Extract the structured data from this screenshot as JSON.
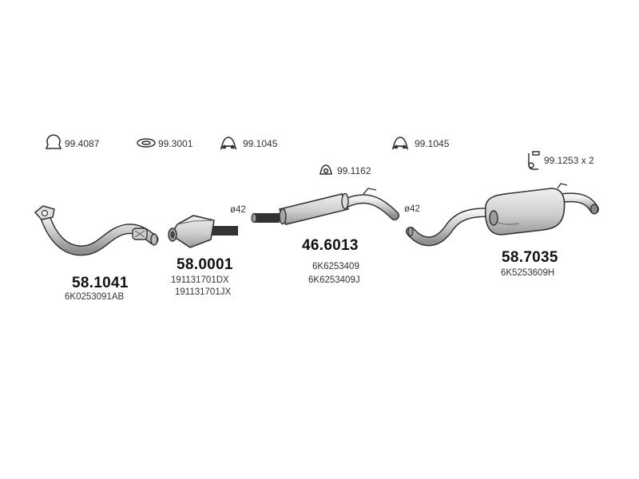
{
  "accessories": [
    {
      "code": "99.4087",
      "icon": "ring-gasket-icon"
    },
    {
      "code": "99.3001",
      "icon": "flat-gasket-icon"
    },
    {
      "code": "99.1045",
      "icon": "rubber-hanger-icon"
    },
    {
      "code": "99.1045",
      "icon": "rubber-hanger-icon"
    },
    {
      "code": "99.1162",
      "icon": "mount-bracket-icon"
    },
    {
      "code": "99.1253 x 2",
      "icon": "clamp-bracket-icon"
    }
  ],
  "parts": [
    {
      "number": "58.1041",
      "oem": [
        "6K0253091AB"
      ],
      "name": "front-pipe"
    },
    {
      "number": "58.0001",
      "oem": [
        "191131701DX",
        "191131701JX"
      ],
      "name": "catalytic-converter"
    },
    {
      "number": "46.6013",
      "oem": [
        "6K6253409",
        "6K6253409J"
      ],
      "name": "middle-silencer"
    },
    {
      "number": "58.7035",
      "oem": [
        "6K5253609H"
      ],
      "name": "rear-silencer"
    }
  ],
  "diameters": [
    "ø42",
    "ø42"
  ],
  "colors": {
    "line": "#333333",
    "fill": "#d6d6d6",
    "fill_dark": "#a9a9a9",
    "background": "#ffffff"
  }
}
